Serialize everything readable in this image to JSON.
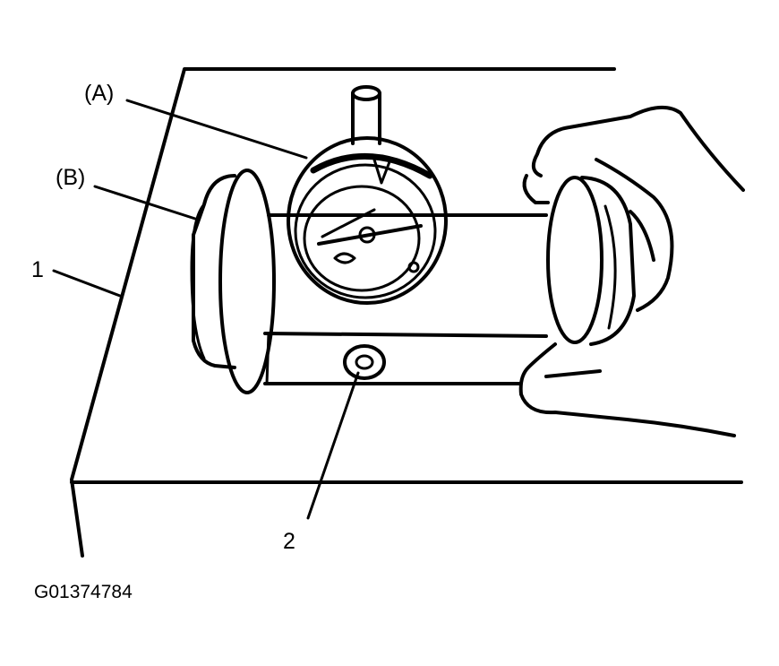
{
  "figure": {
    "callouts": {
      "a": "(A)",
      "b": "(B)",
      "one": "1",
      "two": "2"
    },
    "figure_id": "G01374784",
    "colors": {
      "ink": "#000000",
      "paper": "#ffffff"
    }
  }
}
